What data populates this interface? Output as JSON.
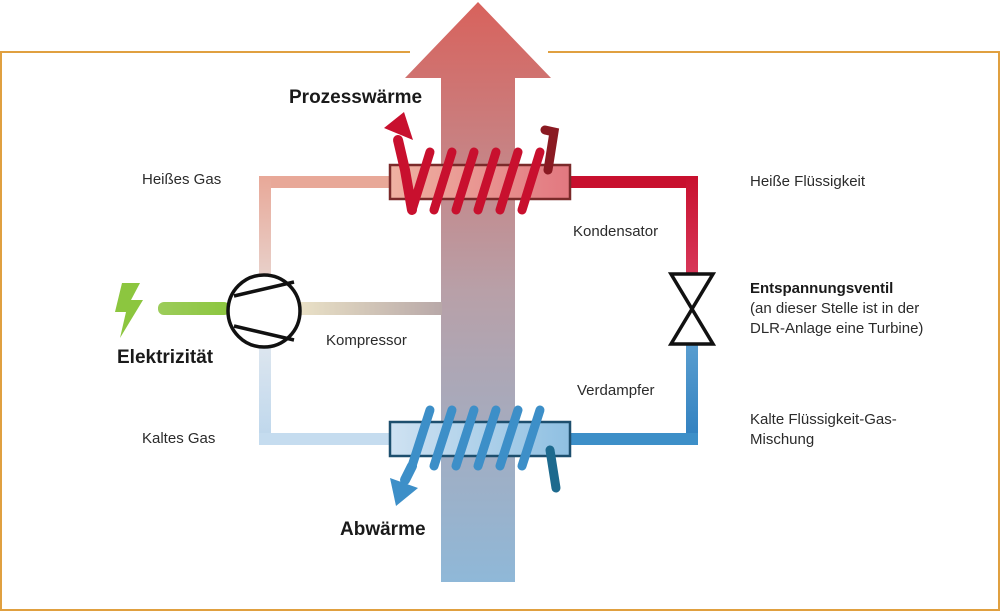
{
  "labels": {
    "process_heat": "Prozesswärme",
    "hot_gas": "Heißes Gas",
    "hot_liquid": "Heiße Flüssigkeit",
    "condenser": "Kondensator",
    "expansion_valve": "Entspannungsventil",
    "valve_note_1": "(an dieser Stelle ist in der",
    "valve_note_2": "DLR-Anlage eine Turbine)",
    "electricity": "Elektrizität",
    "compressor": "Kompressor",
    "evaporator": "Verdampfer",
    "cold_gas": "Kaltes Gas",
    "cold_mix_1": "Kalte Flüssigkeit-Gas-",
    "cold_mix_2": "Mischung",
    "waste_heat": "Abwärme"
  },
  "icons": {
    "electricity": "lightning-bolt-icon",
    "compressor": "compressor-icon",
    "valve": "expansion-valve-icon"
  },
  "colors": {
    "frame": "#e0a040",
    "hot_red": "#c8102e",
    "dark_red": "#8a1a22",
    "hot_pipe_light": "#e8a898",
    "cold_blue": "#3d8fc8",
    "dark_blue": "#1d6a8e",
    "cold_pipe_light": "#c5dcef",
    "electric_green": "#8cc63f",
    "arrow_top": "#d96a62",
    "arrow_bottom": "#8fb8d8"
  }
}
